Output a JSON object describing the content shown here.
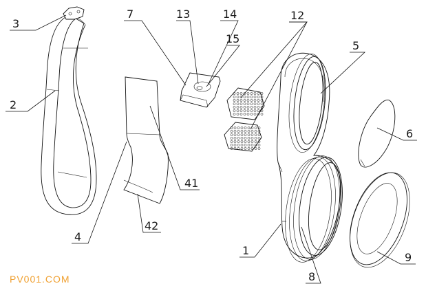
{
  "watermark": {
    "text": "PV001.COM",
    "color": "#f0a030"
  },
  "labels": {
    "l1": "1",
    "l2": "2",
    "l3": "3",
    "l4": "4",
    "l5": "5",
    "l6": "6",
    "l7": "7",
    "l8": "8",
    "l9": "9",
    "l12": "12",
    "l13": "13",
    "l14": "14",
    "l15": "15",
    "l41": "41",
    "l42": "42"
  }
}
